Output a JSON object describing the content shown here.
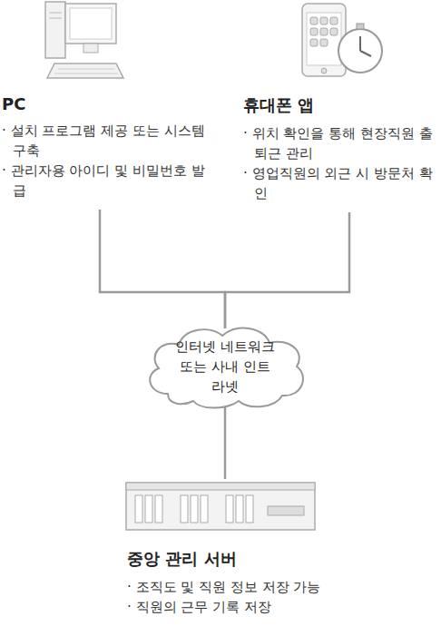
{
  "diagram": {
    "nodes": [
      {
        "text": [
          "PC",
          "· 설치 프로그램 제공 또는 시스템 구축",
          "· 관리자용 아이디 및 비밀번호 발급"
        ]
      },
      {
        "text": [
          "휴대폰 앱",
          "· 위치 확인을 통해 현장직원 출퇴근 관리",
          "· 영업직원의 외근 시 방문처 확인"
        ]
      },
      {
        "text": [
          "인터넷 네트워크 또는 사내 인트라넷"
        ]
      },
      {
        "text": [
          "중앙 관리 서버",
          "· 조직도 및 직원 정보 저장 가능",
          "· 직원의 근무 기록 저장"
        ]
      }
    ],
    "edges": [
      {
        "from": 0,
        "to": 2,
        "arrow": "none"
      },
      {
        "from": 1,
        "to": 2,
        "arrow": "none"
      },
      {
        "from": 2,
        "to": 3,
        "arrow": "none"
      }
    ]
  }
}
